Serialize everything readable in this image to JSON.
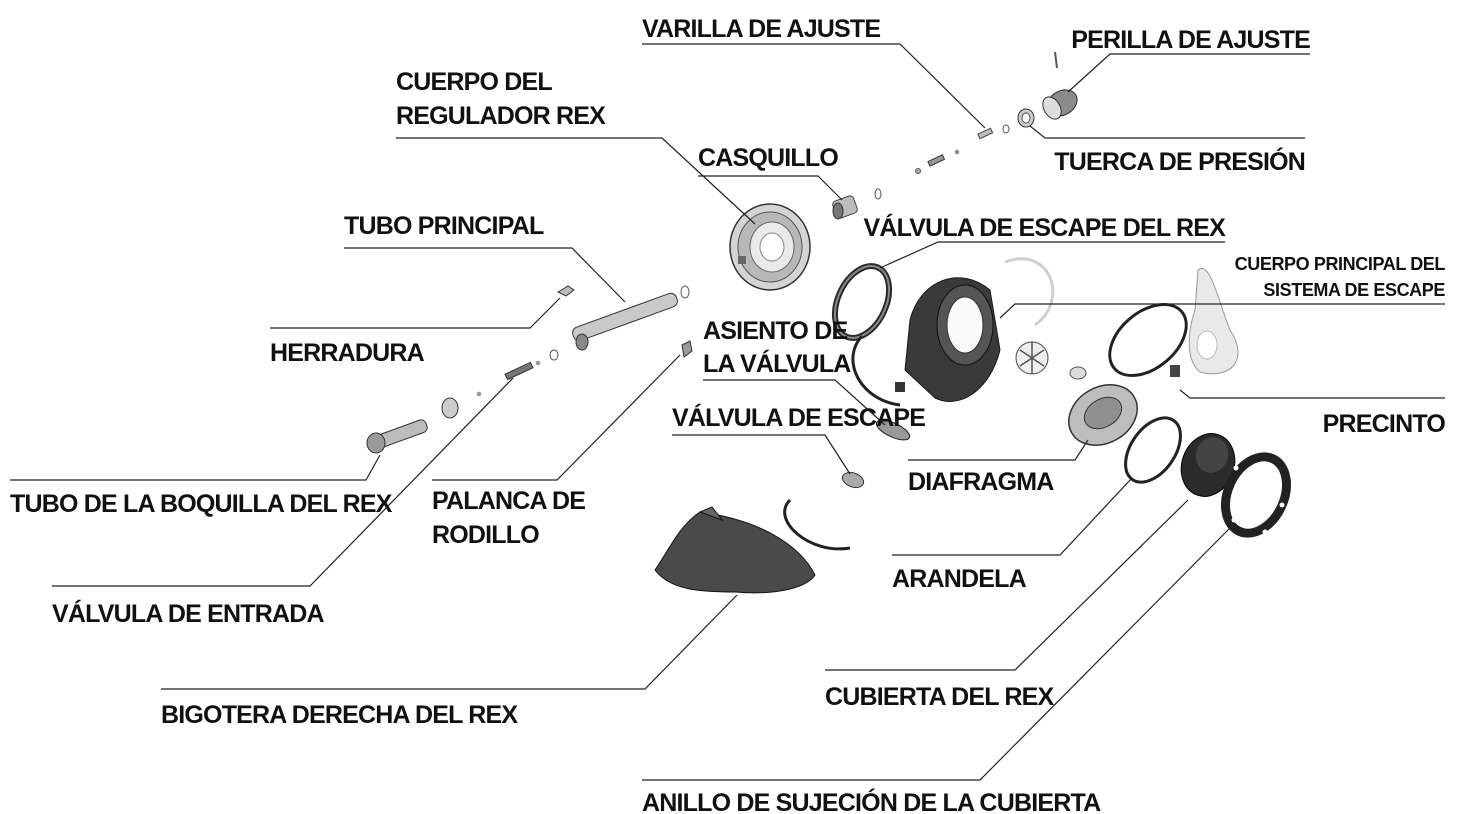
{
  "diagram": {
    "labels": {
      "varilla": "VARILLA DE AJUSTE",
      "perilla": "PERILLA DE AJUSTE",
      "cuerpo_l1": "CUERPO DEL",
      "cuerpo_l2": "REGULADOR REX",
      "tuerca": "TUERCA DE PRESIÓN",
      "casquillo": "CASQUILLO",
      "valvula_escape_rex": "VÁLVULA DE ESCAPE DEL REX",
      "cuerpo_principal_l1": "CUERPO PRINCIPAL DEL",
      "cuerpo_principal_l2": "SISTEMA DE ESCAPE",
      "tubo_principal": "TUBO PRINCIPAL",
      "herradura": "HERRADURA",
      "asiento_l1": "ASIENTO DE",
      "asiento_l2": "LA VÁLVULA",
      "precinto": "PRECINTO",
      "valvula_escape": "VÁLVULA DE ESCAPE",
      "diafragma": "DIAFRAGMA",
      "tubo_boquilla": "TUBO DE LA BOQUILLA DEL REX",
      "palanca_l1": "PALANCA DE",
      "palanca_l2": "RODILLO",
      "arandela": "ARANDELA",
      "valvula_entrada": "VÁLVULA DE ENTRADA",
      "cubierta": "CUBIERTA DEL REX",
      "bigotera": "BIGOTERA DERECHA DEL REX",
      "anillo": "ANILLO DE SUJECIÓN DE LA CUBIERTA"
    }
  }
}
